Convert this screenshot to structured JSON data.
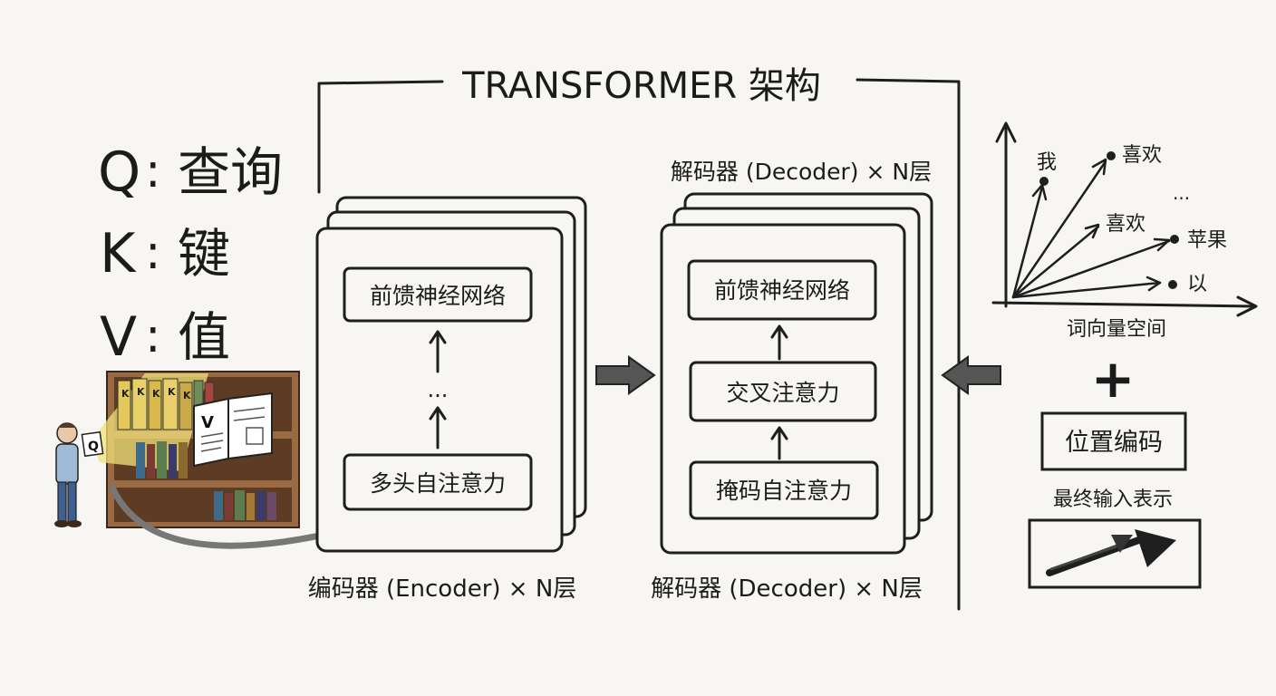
{
  "title": "TRANSFORMER 架构",
  "qkv": [
    {
      "key": "Q",
      "meaning": "查询"
    },
    {
      "key": "K",
      "meaning": "键"
    },
    {
      "key": "V",
      "meaning": "值"
    }
  ],
  "illustration": {
    "card_letter": "Q",
    "book_letter": "V",
    "spine_letters": [
      "K",
      "K",
      "K",
      "K",
      "K"
    ]
  },
  "encoder": {
    "caption": "编码器 (Encoder) × N层",
    "ffn": "前馈神经网络",
    "ellipsis": "...",
    "attention": "多头自注意力"
  },
  "decoder": {
    "caption_top": "解码器 (Decoder) × N层",
    "caption_bottom": "解码器 (Decoder) × N层",
    "ffn": "前馈神经网络",
    "cross_attention": "交叉注意力",
    "masked_attention": "掩码自注意力"
  },
  "word_space": {
    "label": "词向量空间",
    "words": [
      "我",
      "喜欢",
      "...",
      "喜欢",
      "苹果",
      "以"
    ]
  },
  "positional": {
    "plus": "+",
    "box_label": "位置编码",
    "final_label": "最终输入表示"
  },
  "colors": {
    "ink": "#1e1e1e",
    "paper": "#f7f6f2",
    "shelf_wood": "#8a5a36",
    "light_beam": "#f3e27a",
    "shirt": "#9fbad6",
    "pants": "#3f5f8f"
  }
}
